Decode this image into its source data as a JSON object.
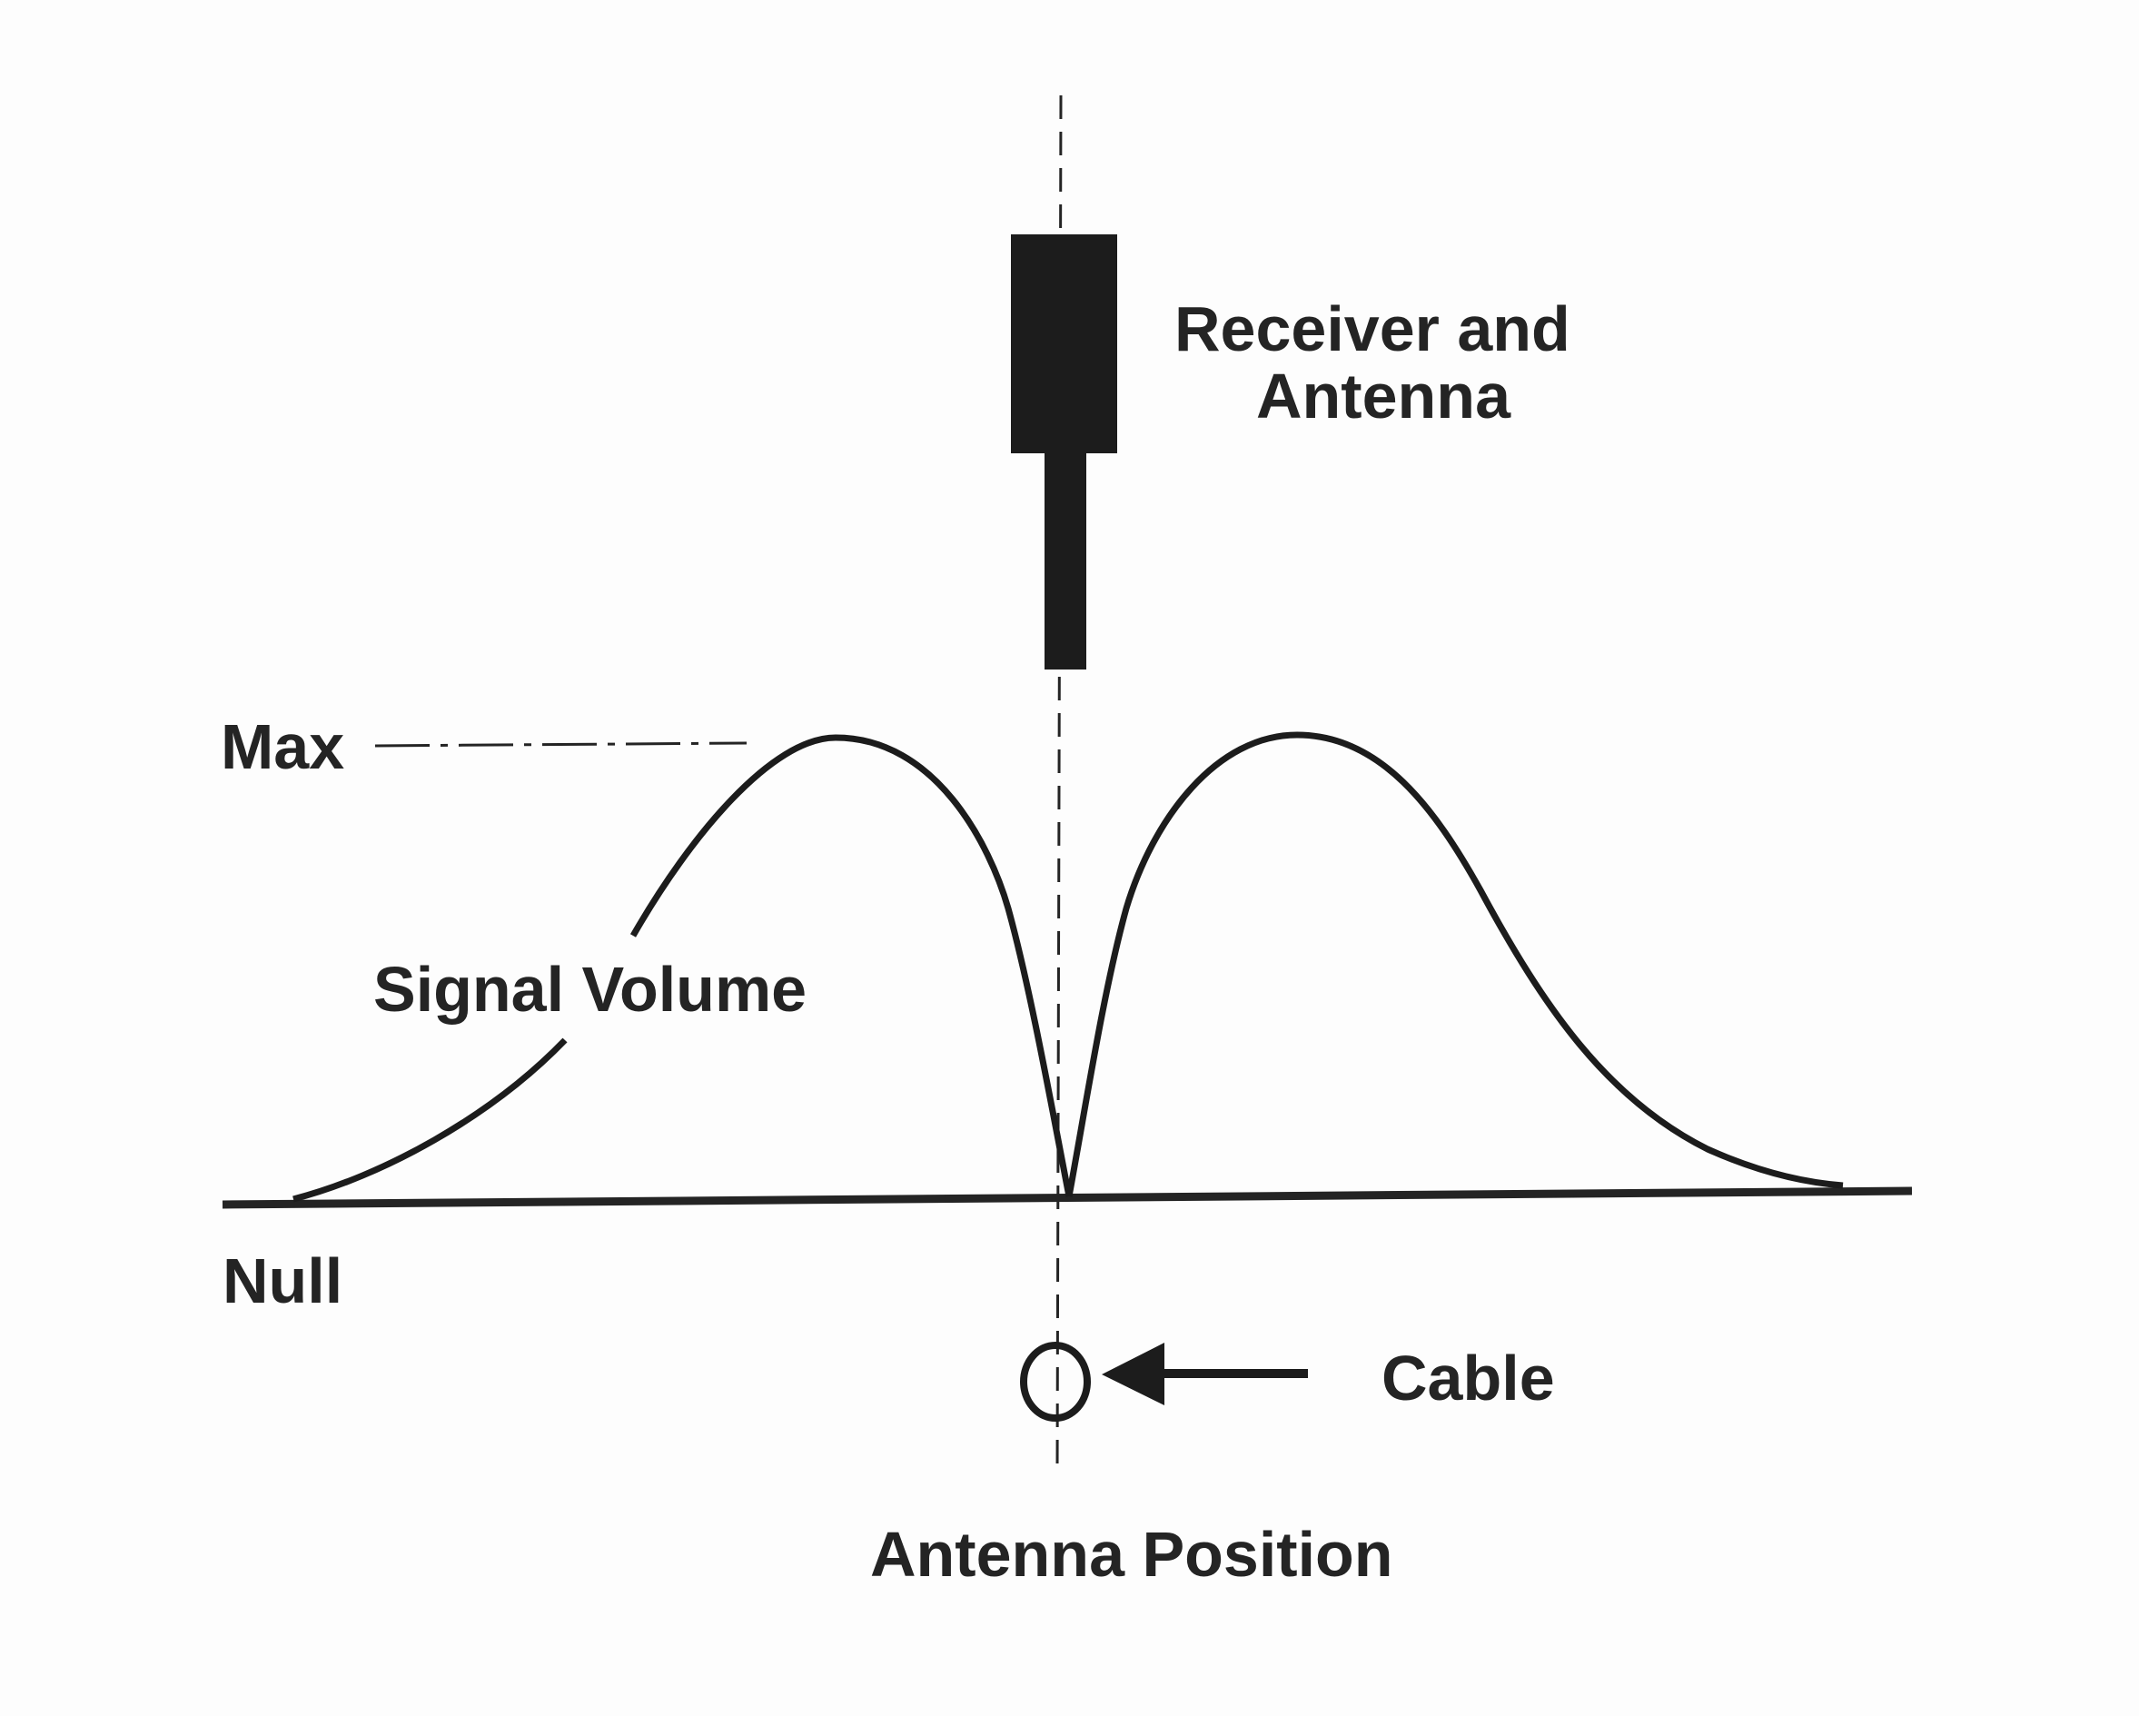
{
  "labels": {
    "receiver_line1": "Receiver and",
    "receiver_line2": "Antenna",
    "max": "Max",
    "null": "Null",
    "signal_volume": "Signal Volume",
    "cable": "Cable",
    "antenna_position": "Antenna Position"
  },
  "colors": {
    "ink": "#242424",
    "background": "#fdfdfd"
  }
}
